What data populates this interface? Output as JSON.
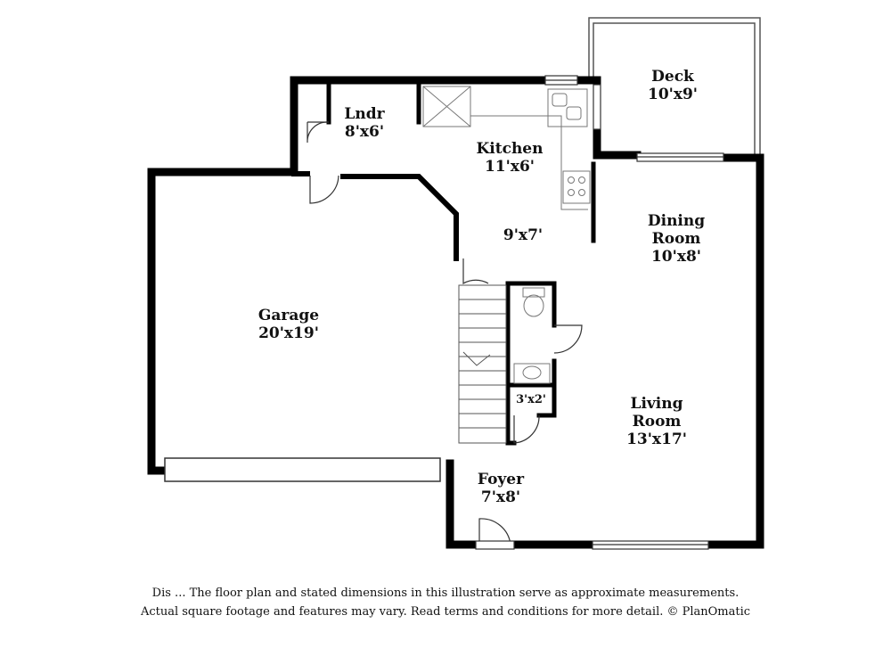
{
  "rooms": {
    "deck": {
      "name": "Deck",
      "dim": "10'x9'"
    },
    "lndr": {
      "name": "Lndr",
      "dim": "8'x6'"
    },
    "kitchen": {
      "name": "Kitchen",
      "dim": "11'x6'"
    },
    "hall": {
      "dim": "9'x7'"
    },
    "dining": {
      "name1": "Dining",
      "name2": "Room",
      "dim": "10'x8'"
    },
    "garage": {
      "name": "Garage",
      "dim": "20'x19'"
    },
    "bath": {
      "dim": "3'x2'"
    },
    "living": {
      "name1": "Living",
      "name2": "Room",
      "dim": "13'x17'"
    },
    "foyer": {
      "name": "Foyer",
      "dim": "7'x8'"
    }
  },
  "disclaimer": {
    "line1": "Dis ... The floor plan and stated dimensions in this illustration serve as approximate measurements.",
    "line2": "Actual square footage and features may vary. Read terms and conditions for more detail. © PlanOmatic"
  },
  "colors": {
    "wall": "#000000",
    "fixture": "#777777",
    "background": "#ffffff"
  }
}
